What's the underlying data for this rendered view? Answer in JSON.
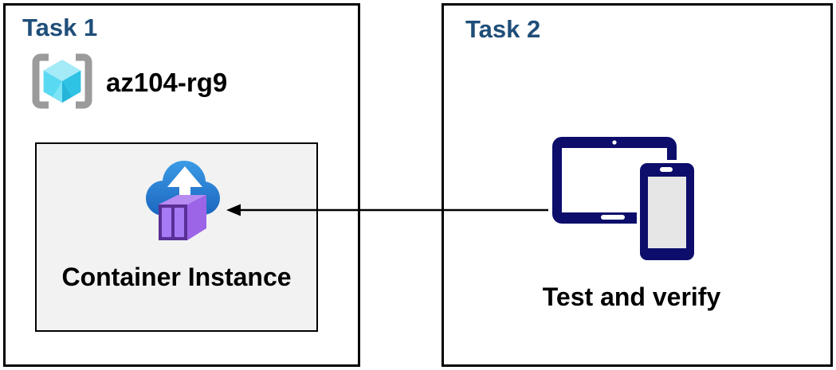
{
  "task1": {
    "title": "Task 1",
    "resource_group_name": "az104-rg9",
    "container_label": "Container Instance"
  },
  "task2": {
    "title": "Task 2",
    "label": "Test and verify"
  },
  "icons": {
    "resource_group": "resource-group-icon",
    "container_instance": "container-instance-icon",
    "devices": "devices-tablet-phone-icon",
    "arrow": "arrow-pointing-left"
  },
  "colors": {
    "title_blue": "#1F4E79",
    "box_border": "#000000",
    "inner_box_bg": "#F2F2F2",
    "device_navy": "#0D0D6B",
    "cloud_blue_top": "#3D9FE8",
    "cloud_blue_bottom": "#1A63BE",
    "container_purple_light": "#A67AF4",
    "container_purple_dark": "#5A2F96",
    "cube_cyan_top": "#A4EAF7",
    "cube_cyan_left": "#5ADAF2",
    "cube_cyan_right": "#2EC2E4",
    "bracket_gray": "#9B9B9B"
  }
}
